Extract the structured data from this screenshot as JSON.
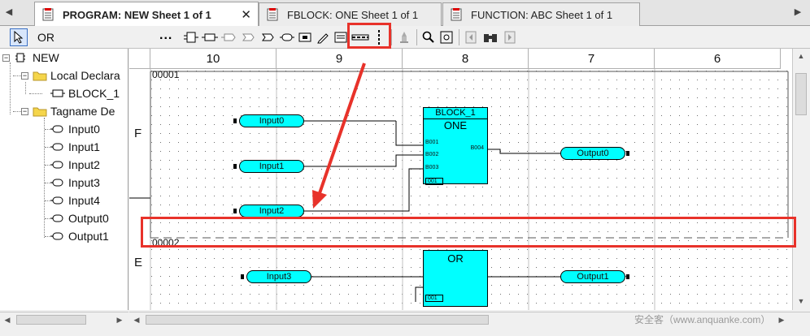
{
  "tabs": [
    {
      "label": "PROGRAM: NEW  Sheet 1 of 1",
      "active": true
    },
    {
      "label": "FBLOCK: ONE  Sheet 1 of 1",
      "active": false
    },
    {
      "label": "FUNCTION: ABC  Sheet 1 of 1",
      "active": false
    }
  ],
  "toolbar": {
    "block_name_value": "OR",
    "ellipsis_label": "..."
  },
  "tree": {
    "root": "NEW",
    "local_folder": "Local Declara",
    "block_item": "BLOCK_1",
    "tagname_folder": "Tagname De",
    "tags": [
      "Input0",
      "Input1",
      "Input2",
      "Input3",
      "Input4",
      "Output0",
      "Output1"
    ]
  },
  "canvas": {
    "columns": [
      "10",
      "9",
      "8",
      "7",
      "6"
    ],
    "rows": [
      "F",
      "E"
    ],
    "nets": [
      "00001",
      "00002"
    ],
    "network1": {
      "inputs": [
        "Input0",
        "Input1",
        "Input2"
      ],
      "block_instance": "BLOCK_1",
      "block_type": "ONE",
      "pins_in": [
        "B001",
        "B002",
        "B003"
      ],
      "pin_out": "B004",
      "pin_num": "001",
      "output": "Output0"
    },
    "network2": {
      "input": "Input3",
      "block_type": "OR",
      "pin_num": "001",
      "output": "Output1"
    }
  },
  "watermark": "安全客（www.anquanke.com）",
  "colors": {
    "tag_fill": "#00ffff",
    "highlight": "#e8322a"
  }
}
